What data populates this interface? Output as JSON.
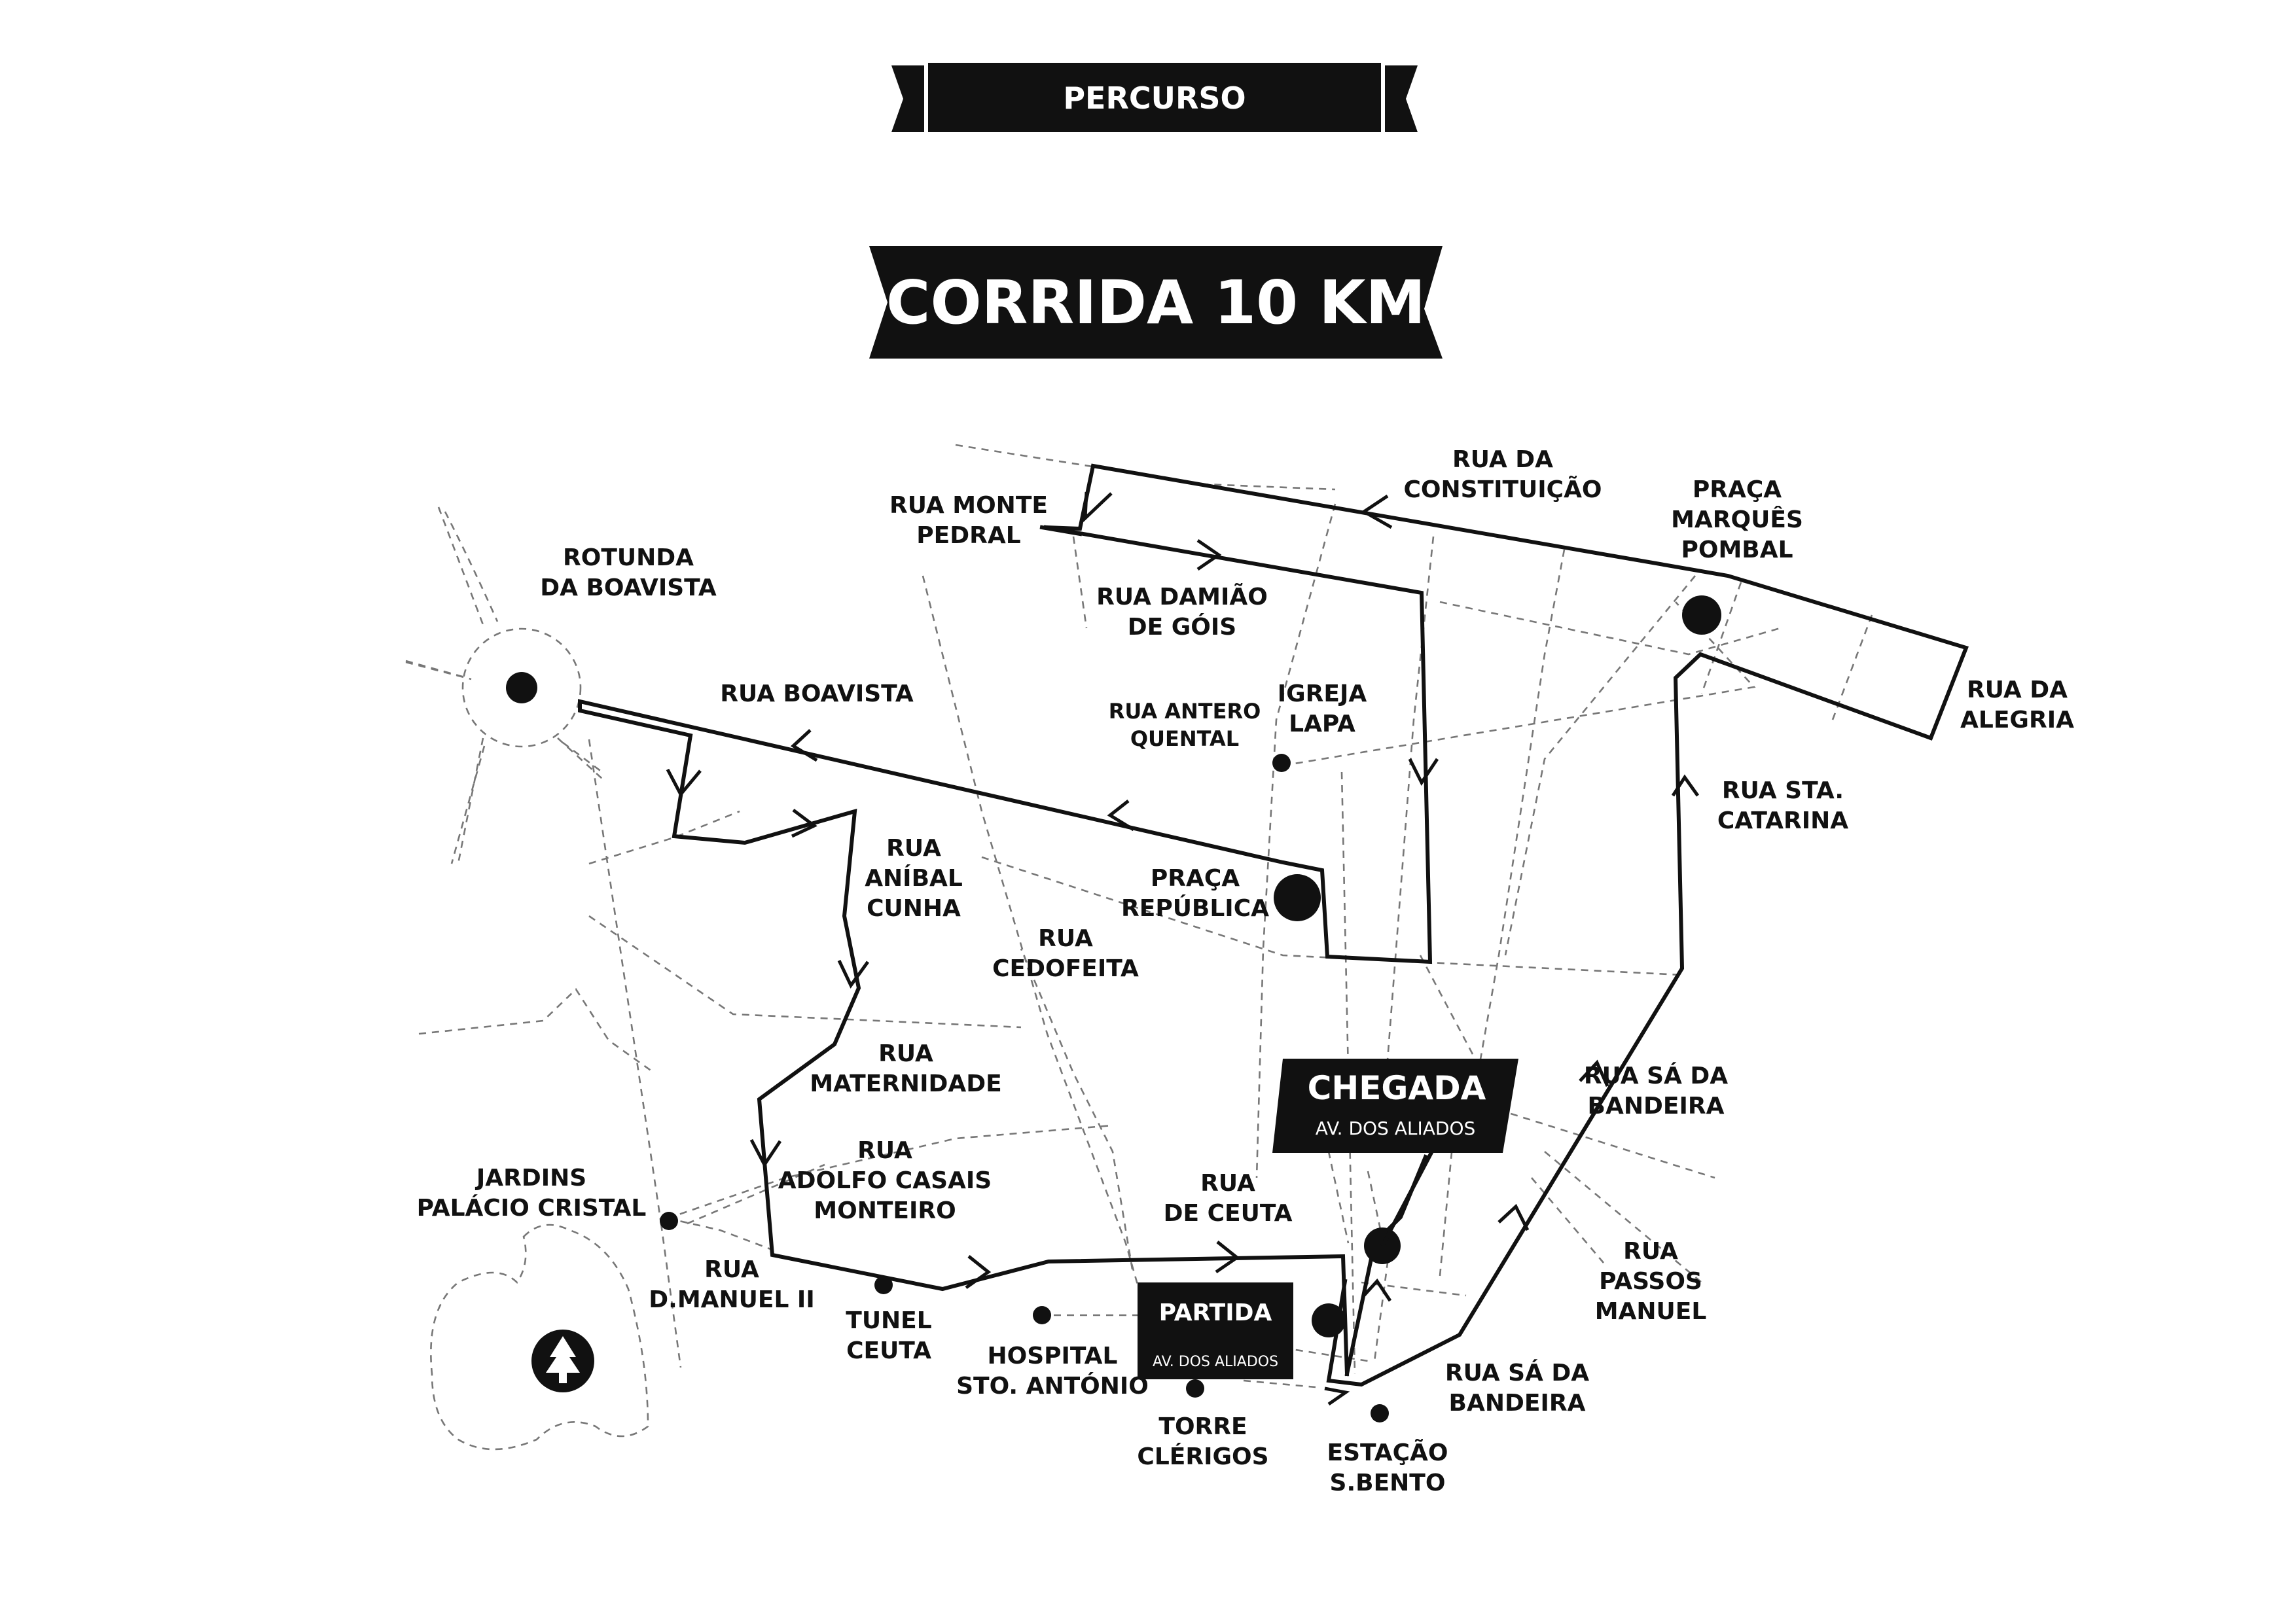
{
  "header": {
    "section_label": "PERCURSO",
    "race_title": "· CORRIDA 10 KM ·"
  },
  "finish": {
    "title": "CHEGADA",
    "subtitle": "AV. DOS ALIADOS"
  },
  "start": {
    "title": "PARTIDA",
    "subtitle": "AV. DOS ALIADOS"
  },
  "labels": {
    "rotunda": [
      "ROTUNDA",
      "DA BOAVISTA"
    ],
    "rua_boavista": [
      "RUA BOAVISTA"
    ],
    "rua_monte_pedral": [
      "RUA MONTE",
      "PEDRAL"
    ],
    "rua_constituicao": [
      "RUA DA",
      "CONSTITUIÇÃO"
    ],
    "praca_marques": [
      "PRAÇA",
      "MARQUÊS",
      "POMBAL"
    ],
    "rua_damiao": [
      "RUA DAMIÃO",
      "DE GÓIS"
    ],
    "rua_antero": [
      "RUA ANTERO",
      "QUENTAL"
    ],
    "igreja_lapa": [
      "IGREJA",
      "LAPA"
    ],
    "rua_alegria": [
      "RUA DA",
      "ALEGRIA"
    ],
    "rua_sta_catarina": [
      "RUA STA.",
      "CATARINA"
    ],
    "rua_anibal": [
      "RUA",
      "ANÍBAL",
      "CUNHA"
    ],
    "praca_republica": [
      "PRAÇA",
      "REPÚBLICA"
    ],
    "rua_cedofeita": [
      "RUA",
      "CEDOFEITA"
    ],
    "rua_maternidade": [
      "RUA",
      "MATERNIDADE"
    ],
    "rua_adolfo": [
      "RUA",
      "ADOLFO CASAIS",
      "MONTEIRO"
    ],
    "jardins": [
      "JARDINS",
      "PALÁCIO CRISTAL"
    ],
    "rua_manuel": [
      "RUA",
      "D.MANUEL II"
    ],
    "tunel_ceuta": [
      "TUNEL",
      "CEUTA"
    ],
    "rua_ceuta": [
      "RUA",
      "DE CEUTA"
    ],
    "hospital": [
      "HOSPITAL",
      "STO. ANTÓNIO"
    ],
    "torre": [
      "TORRE",
      "CLÉRIGOS"
    ],
    "estacao": [
      "ESTAÇÃO",
      "S.BENTO"
    ],
    "rua_sa_bandeira_1": [
      "RUA SÁ DA",
      "BANDEIRA"
    ],
    "rua_sa_bandeira_2": [
      "RUA SÁ DA",
      "BANDEIRA"
    ],
    "rua_passos": [
      "RUA",
      "PASSOS",
      "MANUEL"
    ]
  },
  "icons": {
    "park": "tree-icon"
  },
  "colors": {
    "ink": "#111111",
    "paper": "#ffffff",
    "street": "#777777"
  }
}
